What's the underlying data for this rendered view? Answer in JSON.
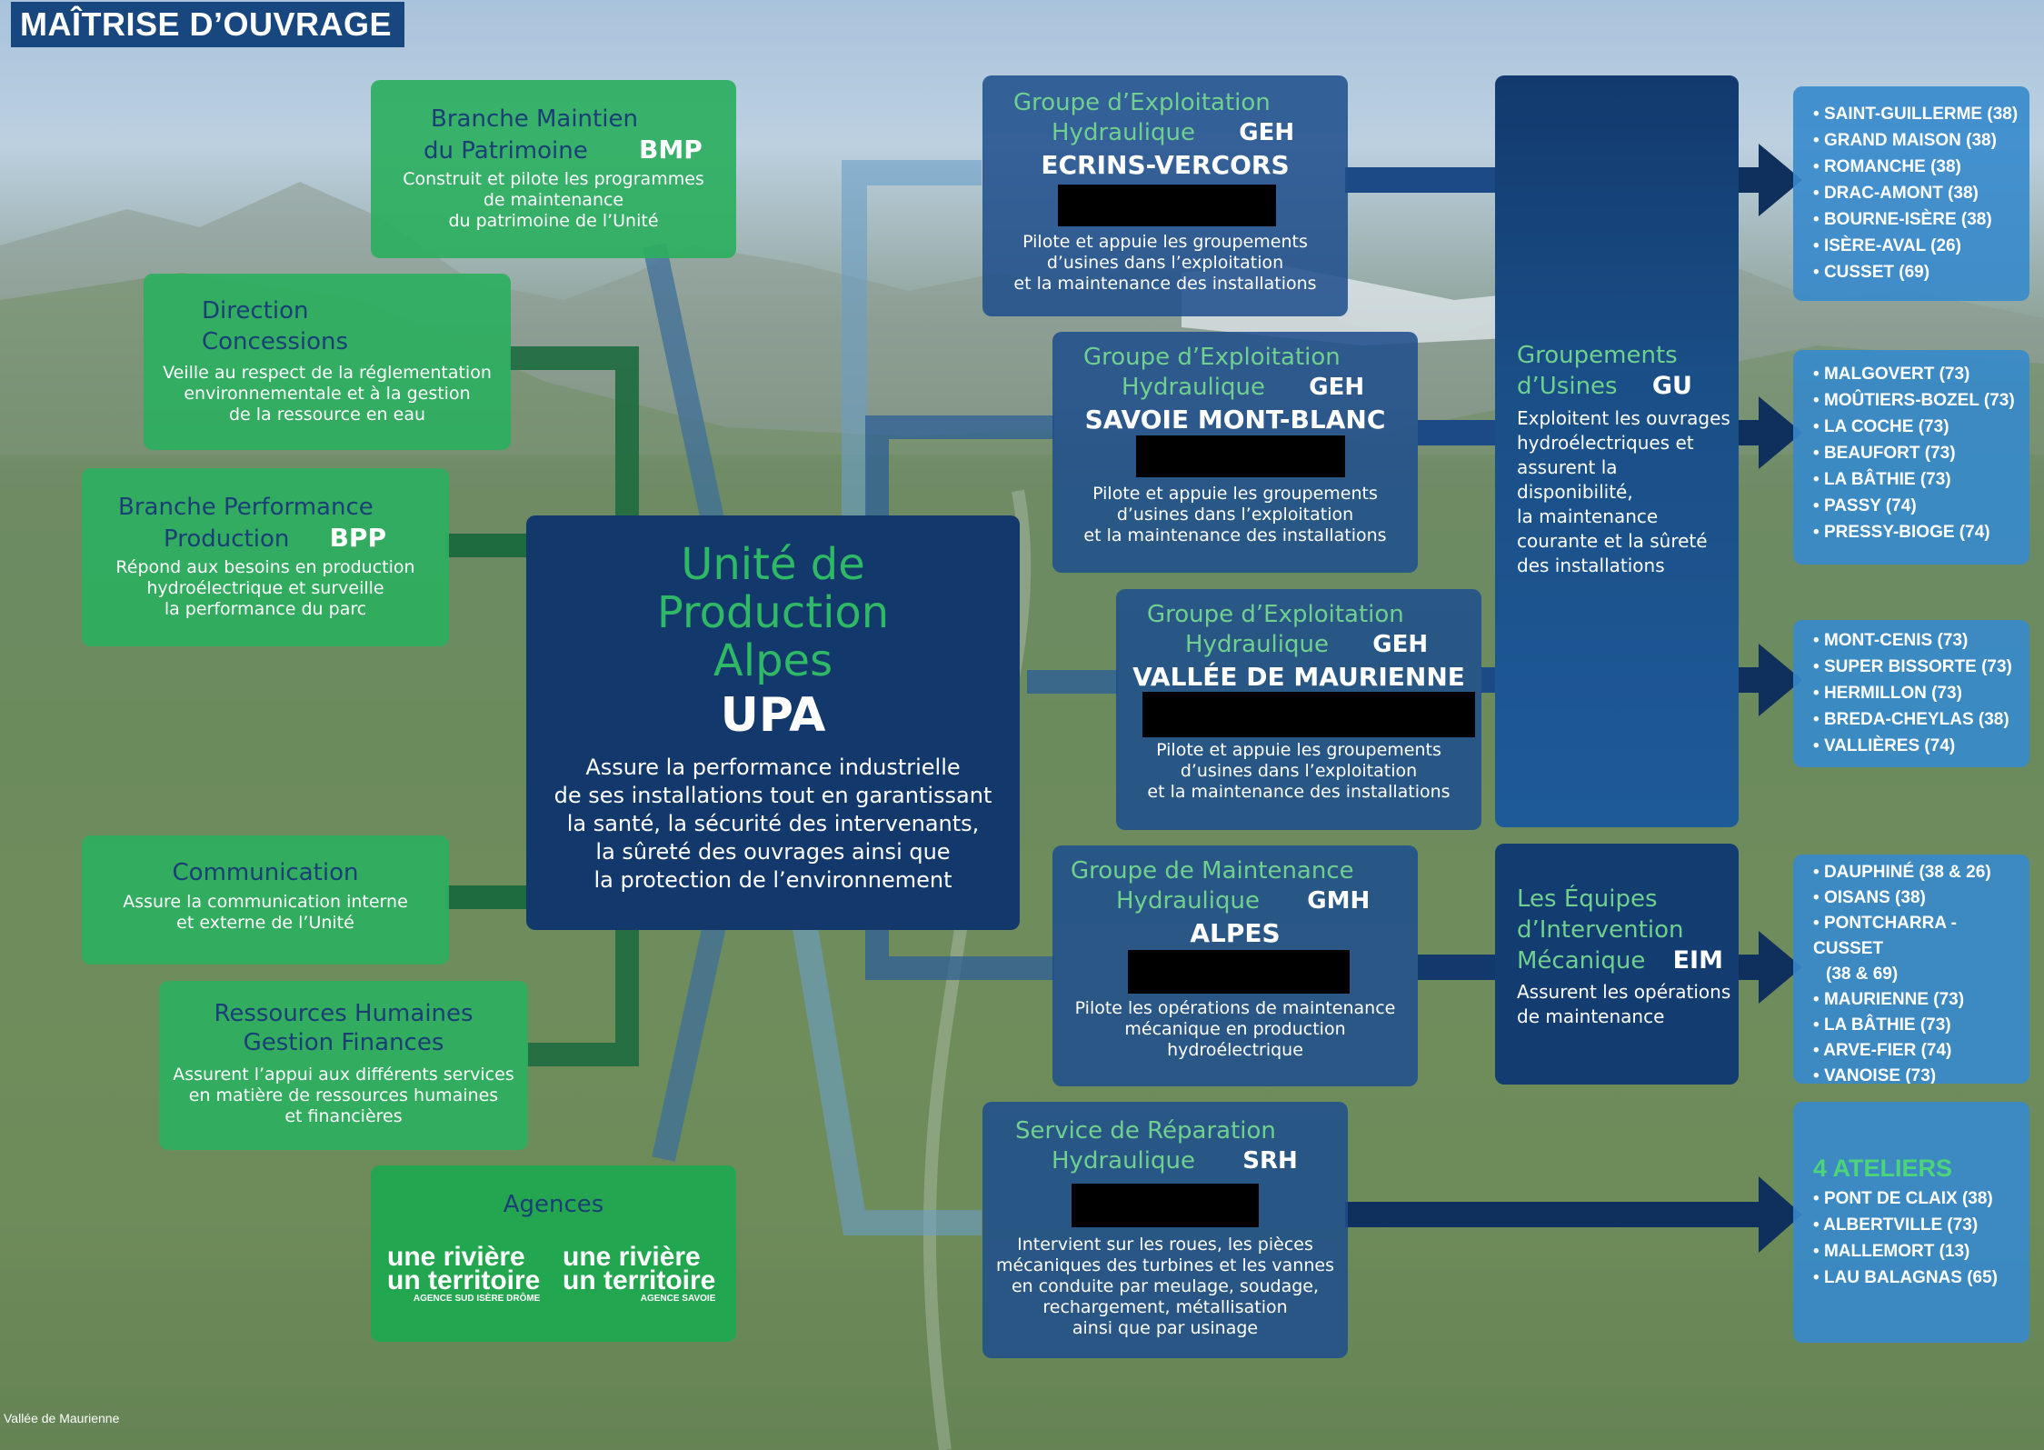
{
  "title": "MAÎTRISE D’OUVRAGE",
  "center": {
    "title_lines": [
      "Unité de",
      "Production",
      "Alpes"
    ],
    "abbr": "UPA",
    "desc_lines": [
      "Assure la performance industrielle",
      "de ses installations tout en garantissant",
      "la santé, la sécurité des intervenants,",
      "la sûreté des ouvrages ainsi que",
      "la protection de l’environnement"
    ]
  },
  "left_boxes": {
    "bmp": {
      "title_lines": [
        "Branche Maintien",
        "du Patrimoine"
      ],
      "abbr": "BMP",
      "desc_lines": [
        "Construit et pilote les programmes",
        "de maintenance",
        "du patrimoine de l’Unité"
      ]
    },
    "concessions": {
      "title_lines": [
        "Direction",
        "Concessions"
      ],
      "desc_lines": [
        "Veille au respect de la réglementation",
        "environnementale et à la gestion",
        "de la ressource en eau"
      ]
    },
    "bpp": {
      "title_lines": [
        "Branche Performance",
        "Production"
      ],
      "abbr": "BPP",
      "desc_lines": [
        "Répond aux besoins en production",
        "hydroélectrique et surveille",
        "la performance du parc"
      ]
    },
    "communication": {
      "title_lines": [
        "Communication"
      ],
      "desc_lines": [
        "Assure la communication interne",
        "et externe de l’Unité"
      ]
    },
    "rh": {
      "title_lines": [
        "Ressources Humaines",
        "Gestion Finances"
      ],
      "desc_lines": [
        "Assurent l’appui aux différents services",
        "en matière de ressources humaines",
        "et financières"
      ]
    },
    "agences": {
      "title": "Agences",
      "logo1": {
        "line1": "une rivière",
        "line2": "un territoire",
        "sub": "AGENCE SUD ISÈRE DRÔME"
      },
      "logo2": {
        "line1": "une rivière",
        "line2": "un territoire",
        "sub": "AGENCE SAVOIE"
      }
    }
  },
  "middle_boxes": {
    "geh1": {
      "title_lines": [
        "Groupe d’Exploitation",
        "Hydraulique"
      ],
      "abbr": "GEH",
      "name": "ECRINS-VERCORS",
      "desc_lines": [
        "Pilote et appuie les groupements",
        "d’usines dans l’exploitation",
        "et la maintenance des installations"
      ]
    },
    "geh2": {
      "title_lines": [
        "Groupe d’Exploitation",
        "Hydraulique"
      ],
      "abbr": "GEH",
      "name": "SAVOIE MONT-BLANC",
      "desc_lines": [
        "Pilote et appuie les groupements",
        "d’usines dans l’exploitation",
        "et la maintenance des installations"
      ]
    },
    "geh3": {
      "title_lines": [
        "Groupe d’Exploitation",
        "Hydraulique"
      ],
      "abbr": "GEH",
      "name": "VALLÉE DE MAURIENNE",
      "desc_lines": [
        "Pilote et appuie les groupements",
        "d’usines dans l’exploitation",
        "et la maintenance des installations"
      ]
    },
    "gmh": {
      "title_lines": [
        "Groupe de Maintenance",
        "Hydraulique"
      ],
      "abbr": "GMH",
      "name": "ALPES",
      "desc_lines": [
        "Pilote les opérations de maintenance",
        "mécanique en production",
        "hydroélectrique"
      ]
    },
    "srh": {
      "title_lines": [
        "Service de Réparation",
        "Hydraulique"
      ],
      "abbr": "SRH",
      "desc_lines": [
        "Intervient sur les roues, les pièces",
        "mécaniques des turbines et les vannes",
        "en conduite par meulage, soudage,",
        "rechargement, métallisation",
        "ainsi que par usinage"
      ]
    }
  },
  "gu": {
    "title_lines": [
      "Groupements",
      "d’Usines"
    ],
    "abbr": "GU",
    "desc_lines": [
      "Exploitent les ouvrages",
      "hydroélectriques et",
      "assurent la disponibilité,",
      "la maintenance",
      "courante et la sûreté",
      "des installations"
    ]
  },
  "eim": {
    "title_lines": [
      "Les  Équipes",
      "d’Intervention",
      "Mécanique"
    ],
    "abbr": "EIM",
    "desc_lines": [
      "Assurent les opérations",
      "de maintenance"
    ]
  },
  "lists": {
    "l1": [
      "SAINT-GUILLERME (38)",
      "GRAND MAISON (38)",
      "ROMANCHE (38)",
      "DRAC-AMONT (38)",
      "BOURNE-ISÈRE (38)",
      "ISÈRE-AVAL (26)",
      "CUSSET (69)"
    ],
    "l2": [
      "MALGOVERT (73)",
      "MOÛTIERS-BOZEL (73)",
      "LA COCHE (73)",
      "BEAUFORT (73)",
      "LA BÂTHIE (73)",
      "PASSY (74)",
      "PRESSY-BIOGE (74)"
    ],
    "l3": [
      "MONT-CENIS (73)",
      "SUPER BISSORTE (73)",
      "HERMILLON (73)",
      "BREDA-CHEYLAS (38)",
      "VALLIÈRES (74)"
    ],
    "l4": [
      "DAUPHINÉ (38 & 26)",
      "OISANS (38)",
      "PONTCHARRA - CUSSET",
      "(38 & 69)",
      "MAURIENNE (73)",
      "LA BÂTHIE (73)",
      "ARVE-FIER (74)",
      "VANOISE (73)"
    ],
    "l5_title": "4 ATELIERS",
    "l5": [
      "PONT DE CLAIX (38)",
      "ALBERTVILLE (73)",
      "MALLEMORT (13)",
      "LAU BALAGNAS (65)"
    ]
  },
  "caption": "Vallée de Maurienne",
  "colors": {
    "green": "#2daf5f",
    "navy": "#13396c",
    "blue": "#1e4e8c",
    "sky": "#3689cc",
    "title_bg": "#17477e"
  }
}
